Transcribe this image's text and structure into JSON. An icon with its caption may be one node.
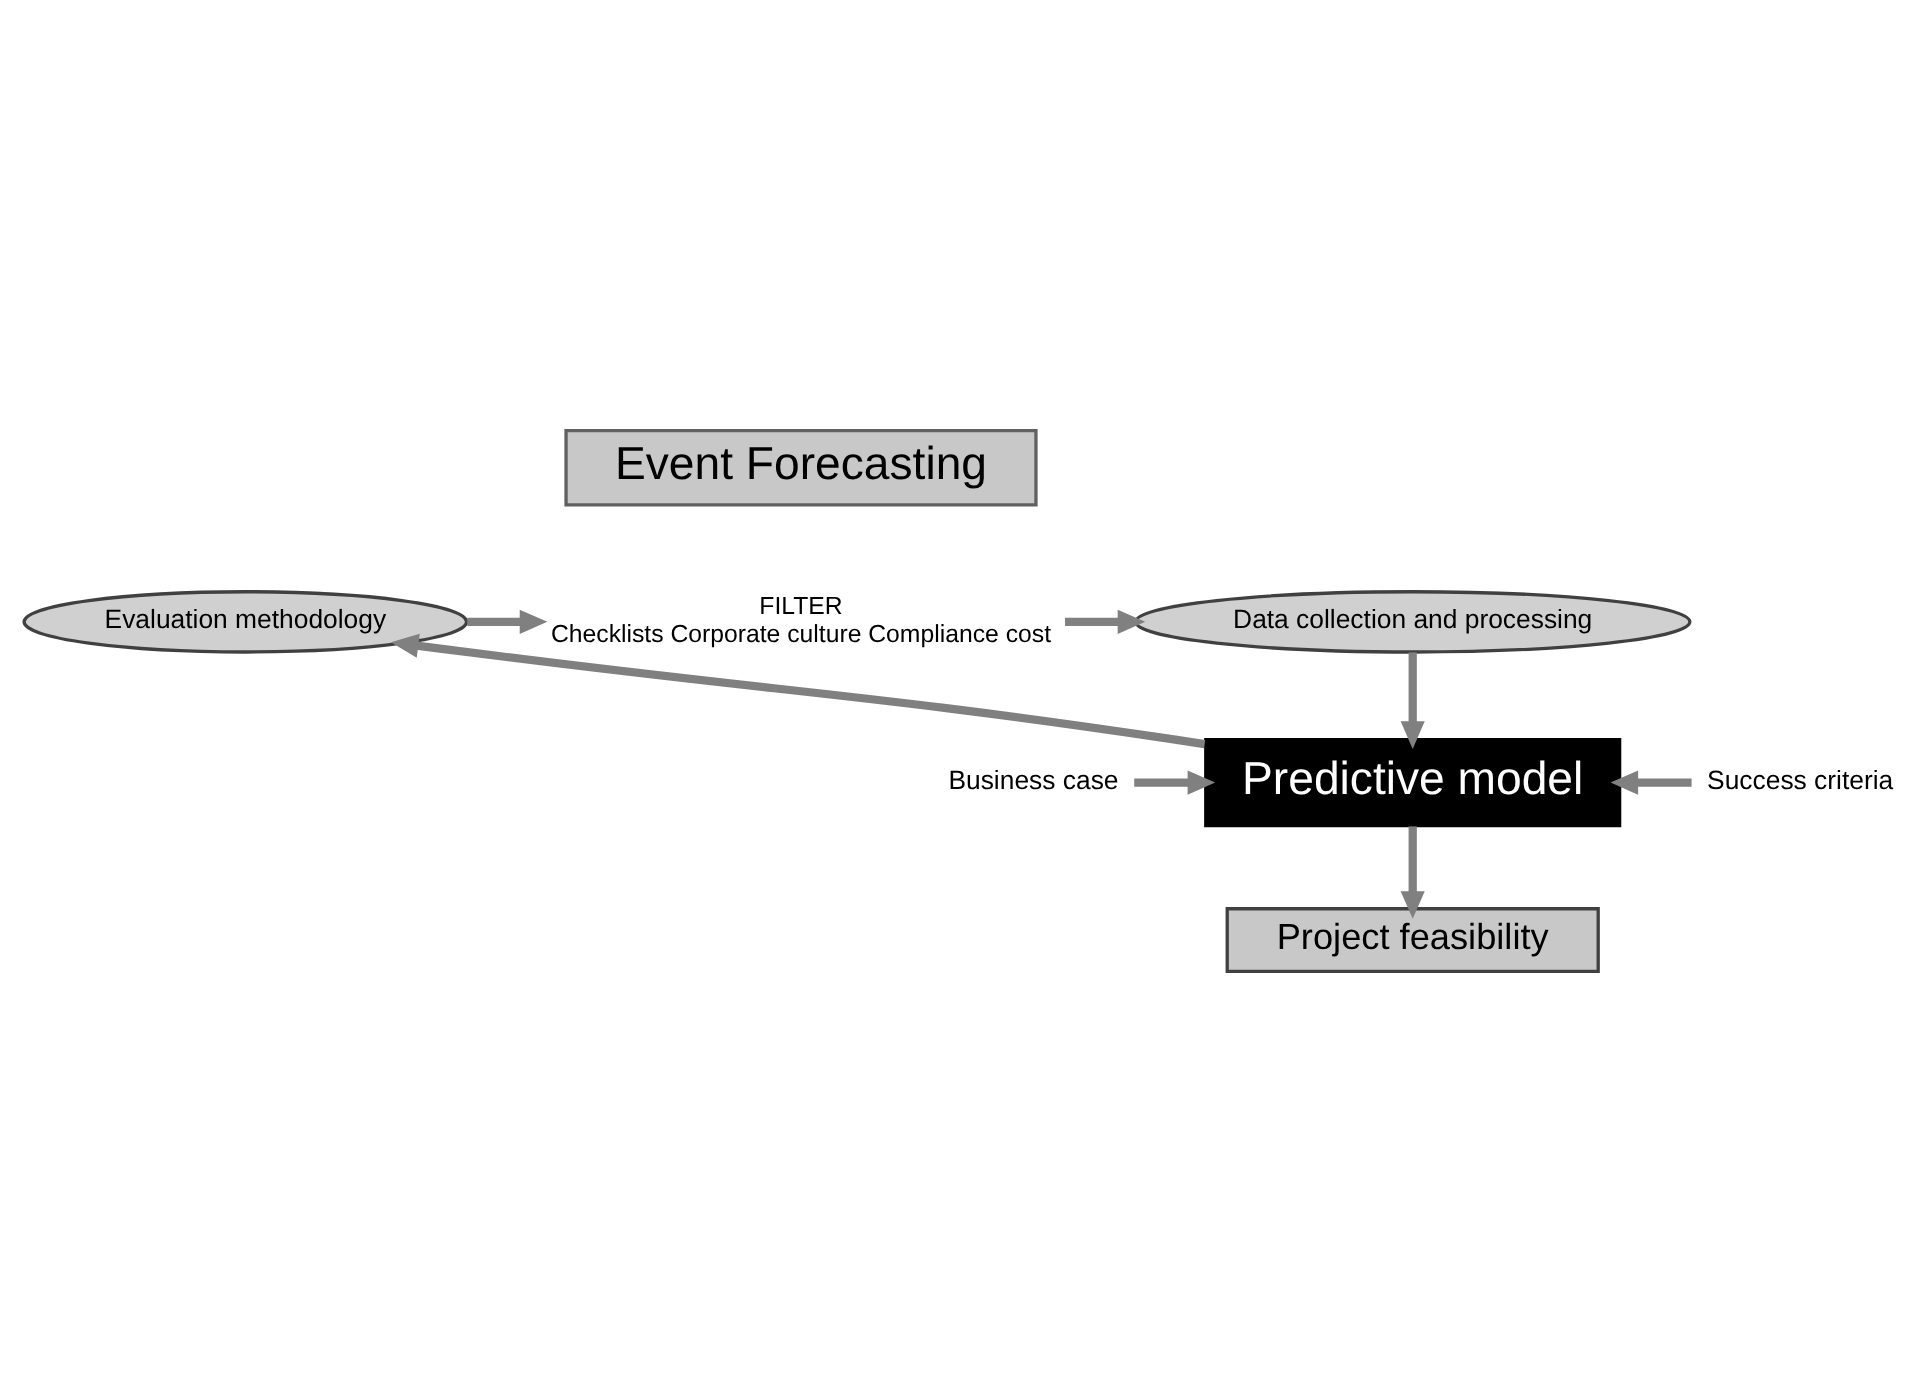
{
  "diagram": {
    "nodes": [
      {
        "text": [
          "Event Forecasting"
        ]
      },
      {
        "text": [
          "Evaluation methodology"
        ]
      },
      {
        "text": [
          "FILTER",
          "Checklists Corporate culture Compliance cost"
        ]
      },
      {
        "text": [
          "Data collection and processing"
        ]
      },
      {
        "text": [
          "Business case"
        ]
      },
      {
        "text": [
          "Predictive model"
        ]
      },
      {
        "text": [
          "Success criteria"
        ]
      },
      {
        "text": [
          "Project feasibility"
        ]
      }
    ],
    "edges": [
      {
        "from": 1,
        "to": 2,
        "arrow": "to"
      },
      {
        "from": 2,
        "to": 3,
        "arrow": "to"
      },
      {
        "from": 3,
        "to": 5,
        "arrow": "to"
      },
      {
        "from": 5,
        "to": 1,
        "arrow": "to"
      },
      {
        "from": 4,
        "to": 5,
        "arrow": "to"
      },
      {
        "from": 6,
        "to": 5,
        "arrow": "to"
      },
      {
        "from": 5,
        "to": 7,
        "arrow": "to"
      }
    ]
  }
}
